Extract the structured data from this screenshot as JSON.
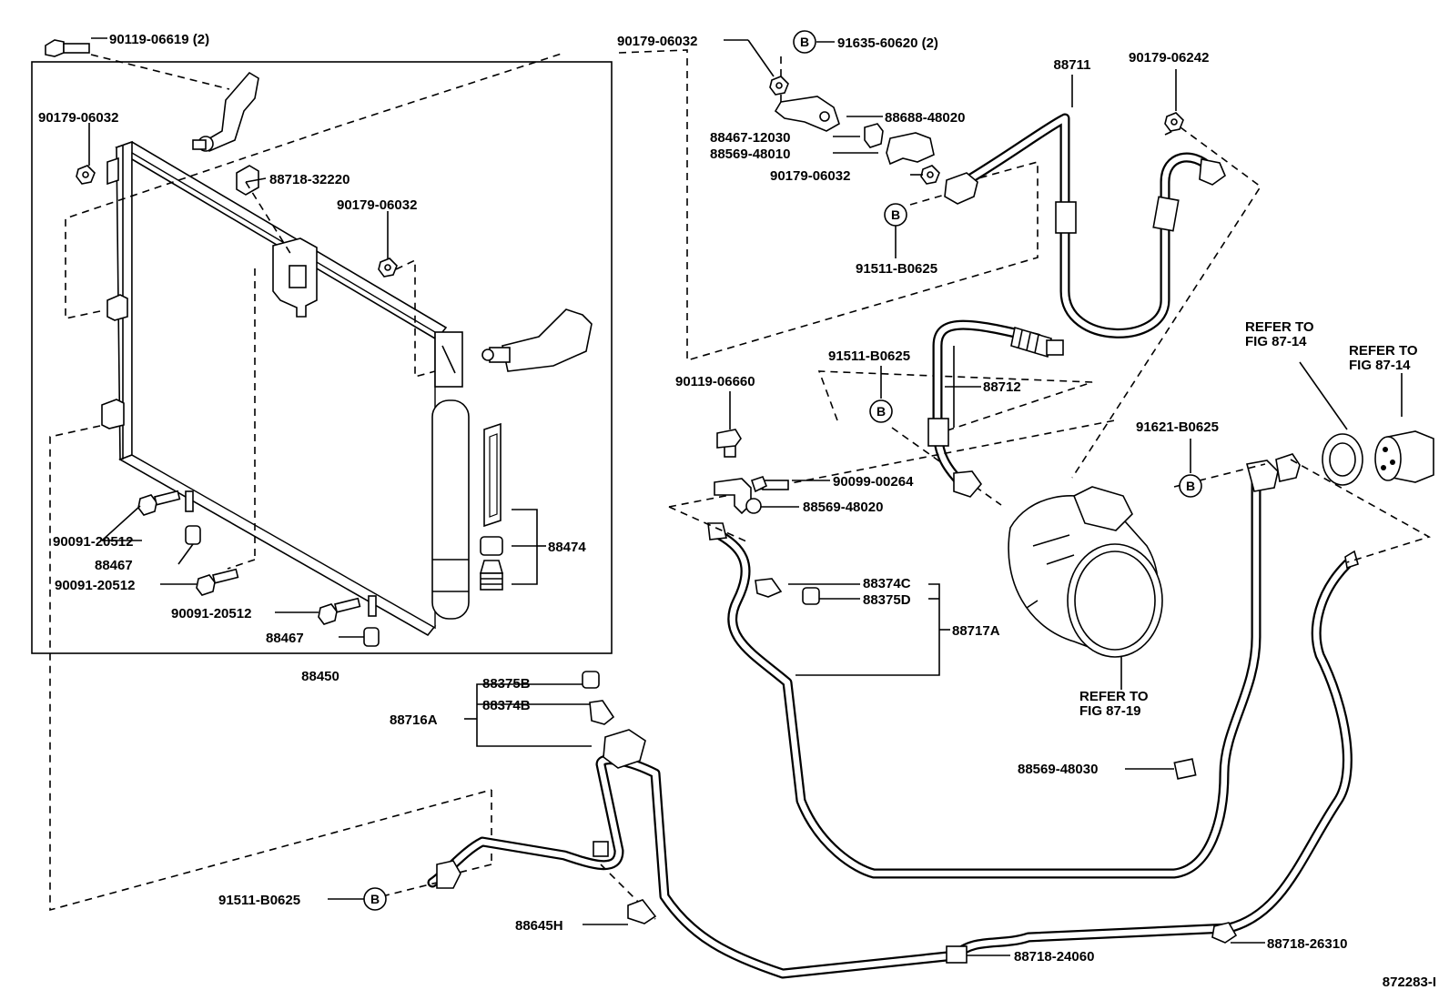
{
  "figure_id": "872283-I",
  "balloon_letter": "B",
  "labels": {
    "p90119_06619": "90119-06619 (2)",
    "p90179_06032_a": "90179-06032",
    "p88718_32220": "88718-32220",
    "p90179_06032_b": "90179-06032",
    "p90091_20512_a": "90091-20512",
    "p88467_a": "88467",
    "p90091_20512_b": "90091-20512",
    "p88474": "88474",
    "p90091_20512_c": "90091-20512",
    "p88467_b": "88467",
    "p88450": "88450",
    "p90179_06032_c": "90179-06032",
    "p91635_60620": "91635-60620 (2)",
    "p88688_48020": "88688-48020",
    "p88467_12030": "88467-12030",
    "p88569_48010": "88569-48010",
    "p90179_06032_d": "90179-06032",
    "p91511_B0625_a": "91511-B0625",
    "p88711": "88711",
    "p90179_06242": "90179-06242",
    "p91511_B0625_b": "91511-B0625",
    "p88712": "88712",
    "p90119_06660": "90119-06660",
    "p90099_00264": "90099-00264",
    "p88569_48020": "88569-48020",
    "refer_fig_87_14_a_line1": "REFER TO",
    "refer_fig_87_14_a_line2": "FIG 87-14",
    "refer_fig_87_14_b_line1": "REFER TO",
    "refer_fig_87_14_b_line2": "FIG 87-14",
    "p91621_B0625": "91621-B0625",
    "p88374C": "88374C",
    "p88375D": "88375D",
    "p88717A": "88717A",
    "refer_fig_87_19_line1": "REFER TO",
    "refer_fig_87_19_line2": "FIG 87-19",
    "p88375B": "88375B",
    "p88374B": "88374B",
    "p88716A": "88716A",
    "p88569_48030": "88569-48030",
    "p91511_B0625_c": "91511-B0625",
    "p88645H": "88645H",
    "p88718_24060": "88718-24060",
    "p88718_26310": "88718-26310"
  }
}
